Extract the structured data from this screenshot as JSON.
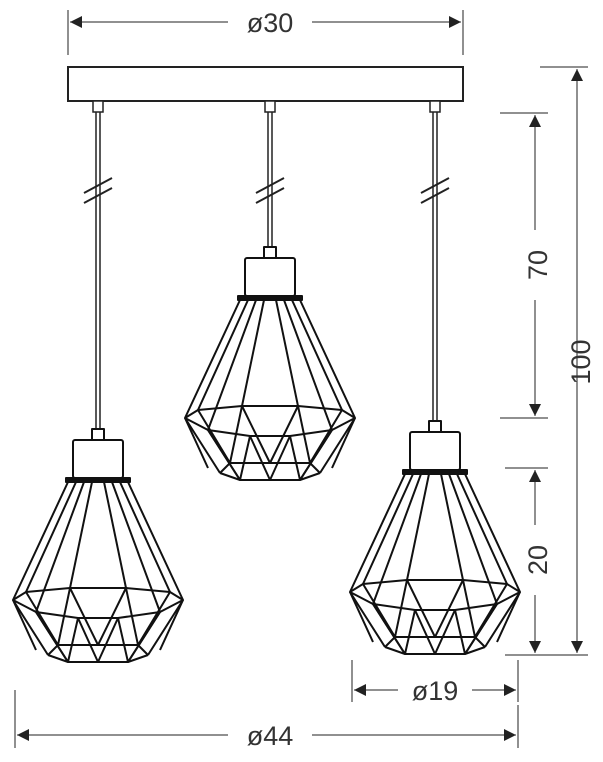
{
  "title": "Pendant lamp dimension drawing",
  "dimensions": {
    "canopy_diameter": "ø30",
    "max_height": "100",
    "cord_length": "70",
    "shade_height": "20",
    "shade_diameter": "ø19",
    "total_diameter": "ø44"
  },
  "lamps": [
    "left",
    "middle",
    "right"
  ],
  "colors": {
    "line": "#222222",
    "text": "#333333",
    "background": "#ffffff"
  }
}
